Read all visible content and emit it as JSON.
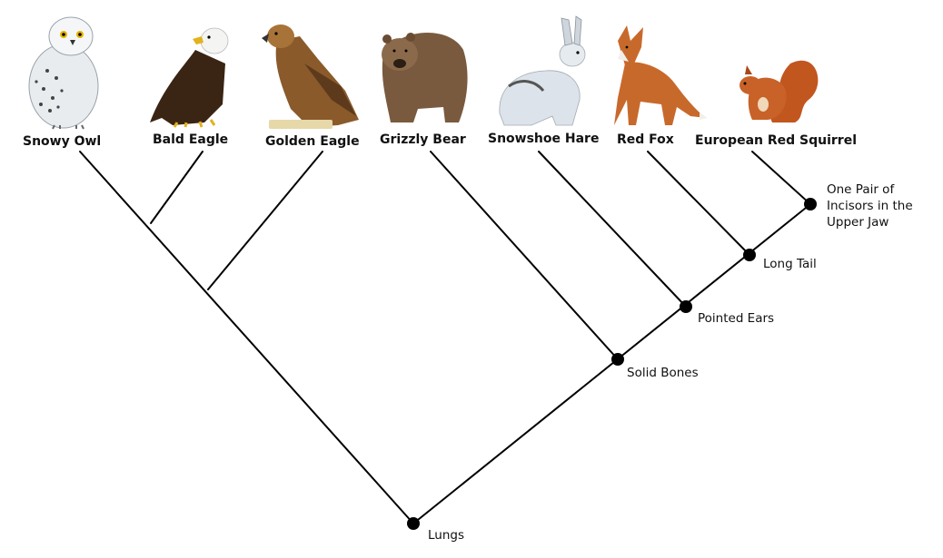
{
  "taxa": [
    {
      "name": "Snowy Owl",
      "icon": "snowy-owl-icon"
    },
    {
      "name": "Bald Eagle",
      "icon": "bald-eagle-icon"
    },
    {
      "name": "Golden Eagle",
      "icon": "golden-eagle-icon"
    },
    {
      "name": "Grizzly Bear",
      "icon": "grizzly-bear-icon"
    },
    {
      "name": "Snowshoe Hare",
      "icon": "snowshoe-hare-icon"
    },
    {
      "name": "Red Fox",
      "icon": "red-fox-icon"
    },
    {
      "name": "European Red Squirrel",
      "icon": "red-squirrel-icon"
    }
  ],
  "traits": {
    "lungs": "Lungs",
    "solid_bones": "Solid Bones",
    "pointed_ears": "Pointed Ears",
    "long_tail": "Long Tail",
    "incisors": [
      "One Pair of",
      "Incisors in the",
      "Upper Jaw"
    ]
  },
  "colors": {
    "line": "#000000",
    "owl": "#e9ecef",
    "eagle_body": "#3a2414",
    "eagle_head": "#f4f4f2",
    "beak": "#e3b21c",
    "golden_eagle": "#8a5a2b",
    "bear": "#7a5a3e",
    "hare": "#dde3ea",
    "fox": "#c8692c",
    "squirrel": "#c2561f"
  }
}
